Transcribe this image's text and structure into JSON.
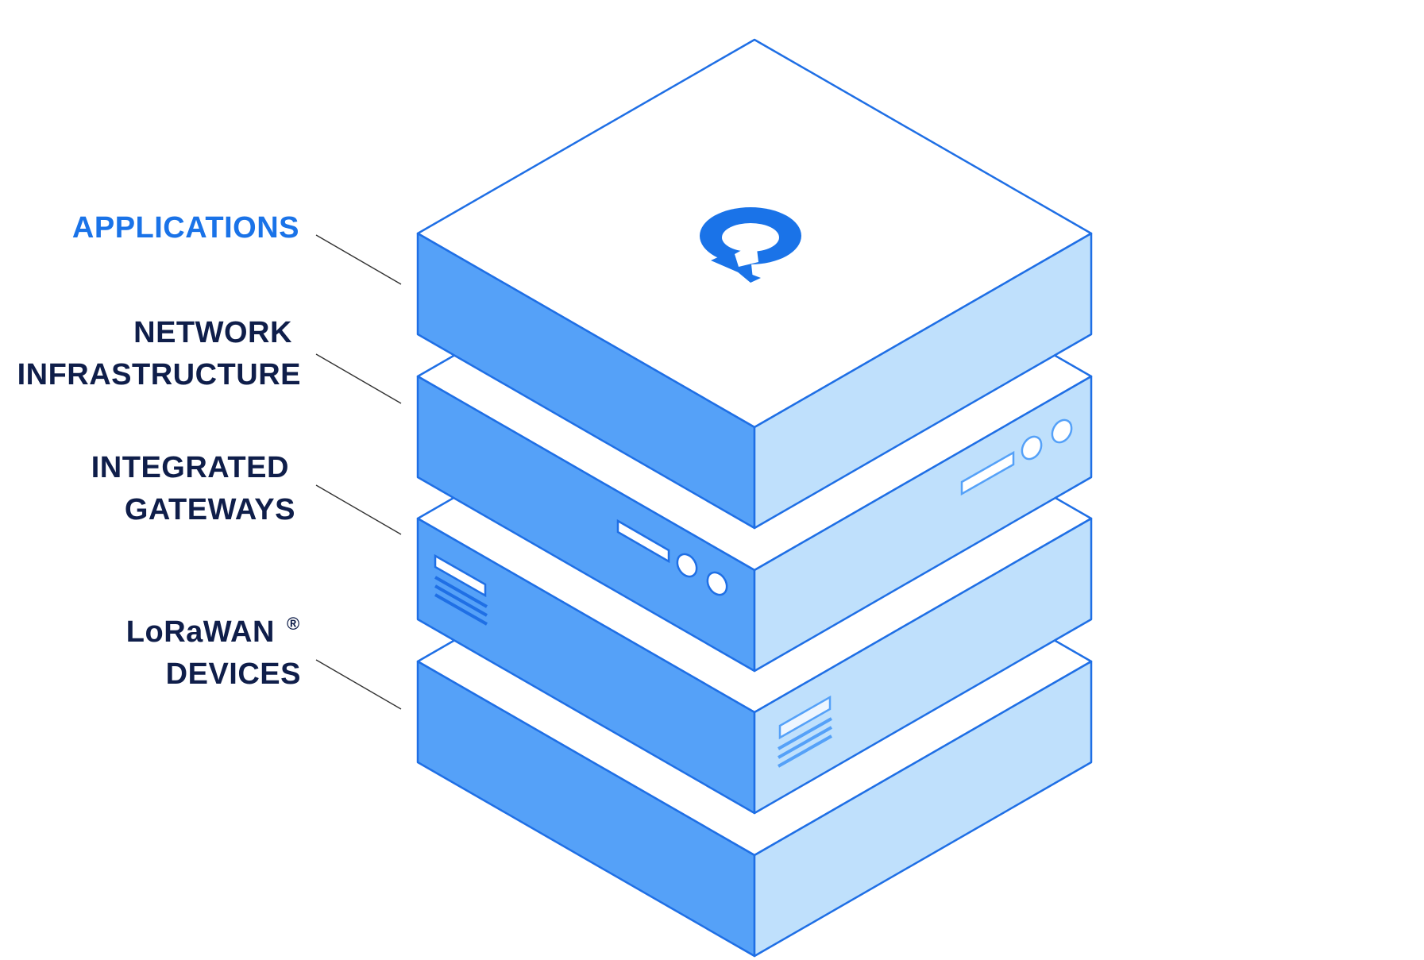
{
  "colors": {
    "stroke": "#1f6fe5",
    "front_face": "#55a1f8",
    "side_face": "#bfe0fc",
    "top_face": "#ffffff",
    "accent_label": "#1a73e8",
    "dark_label": "#0f1e4a",
    "leader_line": "#333333"
  },
  "logo": {
    "icon": "q-loop-logo-icon"
  },
  "layers": [
    {
      "id": "applications",
      "lines": [
        "APPLICATIONS"
      ],
      "highlighted": true
    },
    {
      "id": "network-infrastructure",
      "lines": [
        "NETWORK",
        "INFRASTRUCTURE"
      ],
      "highlighted": false
    },
    {
      "id": "integrated-gateways",
      "lines": [
        "INTEGRATED",
        "GATEWAYS"
      ],
      "highlighted": false
    },
    {
      "id": "lorawan-devices",
      "lines": [
        "LoRaWAN",
        "DEVICES"
      ],
      "registered_mark": "®",
      "highlighted": false
    }
  ]
}
